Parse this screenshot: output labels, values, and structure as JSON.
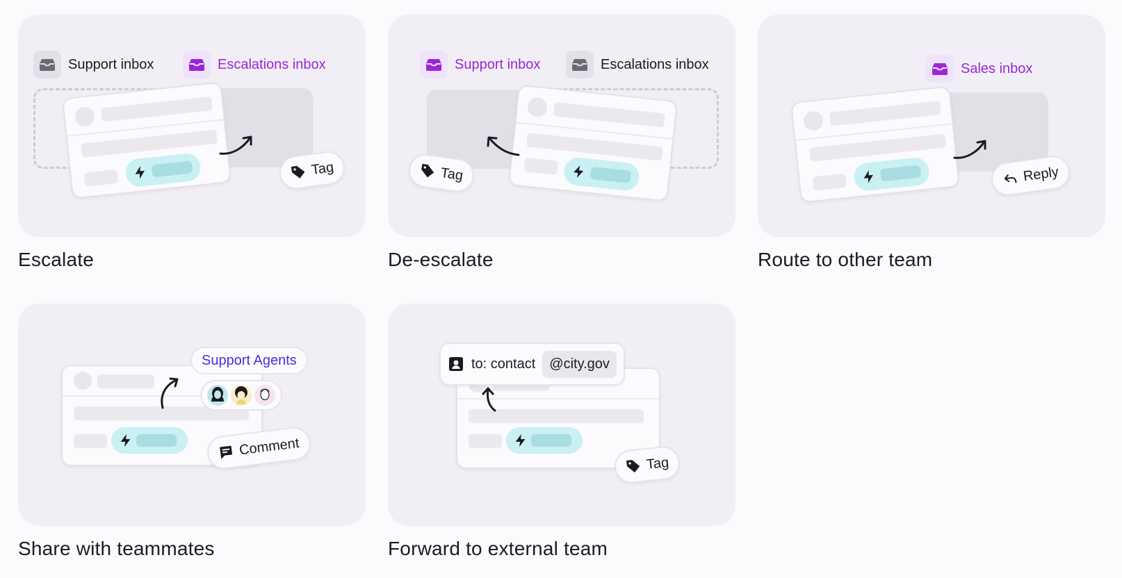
{
  "cards": [
    {
      "title": "Escalate",
      "inbox_a": {
        "label": "Support inbox",
        "icon": "inbox-icon"
      },
      "inbox_b": {
        "label": "Escalations inbox",
        "icon": "inbox-icon"
      },
      "action": {
        "label": "Tag",
        "icon": "tag-icon"
      }
    },
    {
      "title": "De-escalate",
      "inbox_a": {
        "label": "Support inbox",
        "icon": "inbox-icon"
      },
      "inbox_b": {
        "label": "Escalations inbox",
        "icon": "inbox-icon"
      },
      "action": {
        "label": "Tag",
        "icon": "tag-icon"
      }
    },
    {
      "title": "Route to other team",
      "inbox_a": {
        "label": "Sales inbox",
        "icon": "inbox-icon"
      },
      "action": {
        "label": "Reply",
        "icon": "reply-icon"
      }
    },
    {
      "title": "Share with teammates",
      "group": {
        "label": "Support Agents"
      },
      "action": {
        "label": "Comment",
        "icon": "comment-icon"
      }
    },
    {
      "title": "Forward to external team",
      "contact": {
        "label": "to: contact",
        "domain": "@city.gov",
        "icon": "contact-icon"
      },
      "action": {
        "label": "Tag",
        "icon": "tag-icon"
      }
    }
  ],
  "colors": {
    "accent_purple": "#9a26d6",
    "agents_purple": "#4b2ee0",
    "chip_cyan": "#c9f0f2",
    "card_bg": "#f1eff5"
  }
}
